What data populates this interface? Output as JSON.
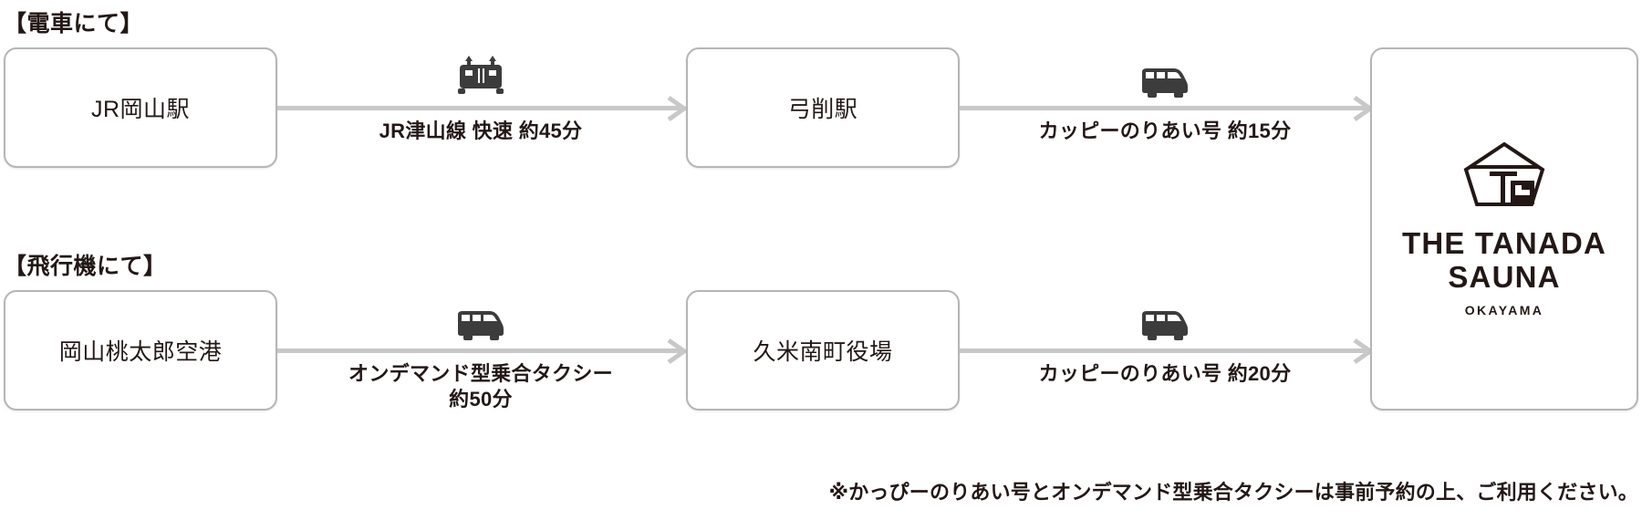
{
  "sections": [
    {
      "id": "train",
      "heading": "【電車にて】"
    },
    {
      "id": "plane",
      "heading": "【飛行機にて】"
    }
  ],
  "nodes": {
    "train_origin": "JR岡山駅",
    "train_mid": "弓削駅",
    "plane_origin": "岡山桃太郎空港",
    "plane_mid": "久米南町役場"
  },
  "connectors": {
    "train_1": {
      "icon": "train-icon",
      "label": "JR津山線 快速 約45分"
    },
    "train_2": {
      "icon": "bus-icon",
      "label": "カッピーのりあい号 約15分"
    },
    "plane_1": {
      "icon": "bus-icon",
      "label": "オンデマンド型乗合タクシー\n約50分"
    },
    "plane_2": {
      "icon": "bus-icon",
      "label": "カッピーのりあい号 約20分"
    }
  },
  "destination": {
    "logo_mark": "tanada-house-mark",
    "name_line1": "THE TANADA",
    "name_line2": "SAUNA",
    "subtitle": "OKAYAMA"
  },
  "footer": {
    "note": "※かっぴーのりあい号とオンデマンド型乗合タクシーは事前予約の上、ご利用ください。"
  },
  "colors": {
    "text": "#231815",
    "line": "#c8c8c8",
    "box_border": "#b5b5b6",
    "icon": "#3c3c3c",
    "background": "#ffffff"
  }
}
